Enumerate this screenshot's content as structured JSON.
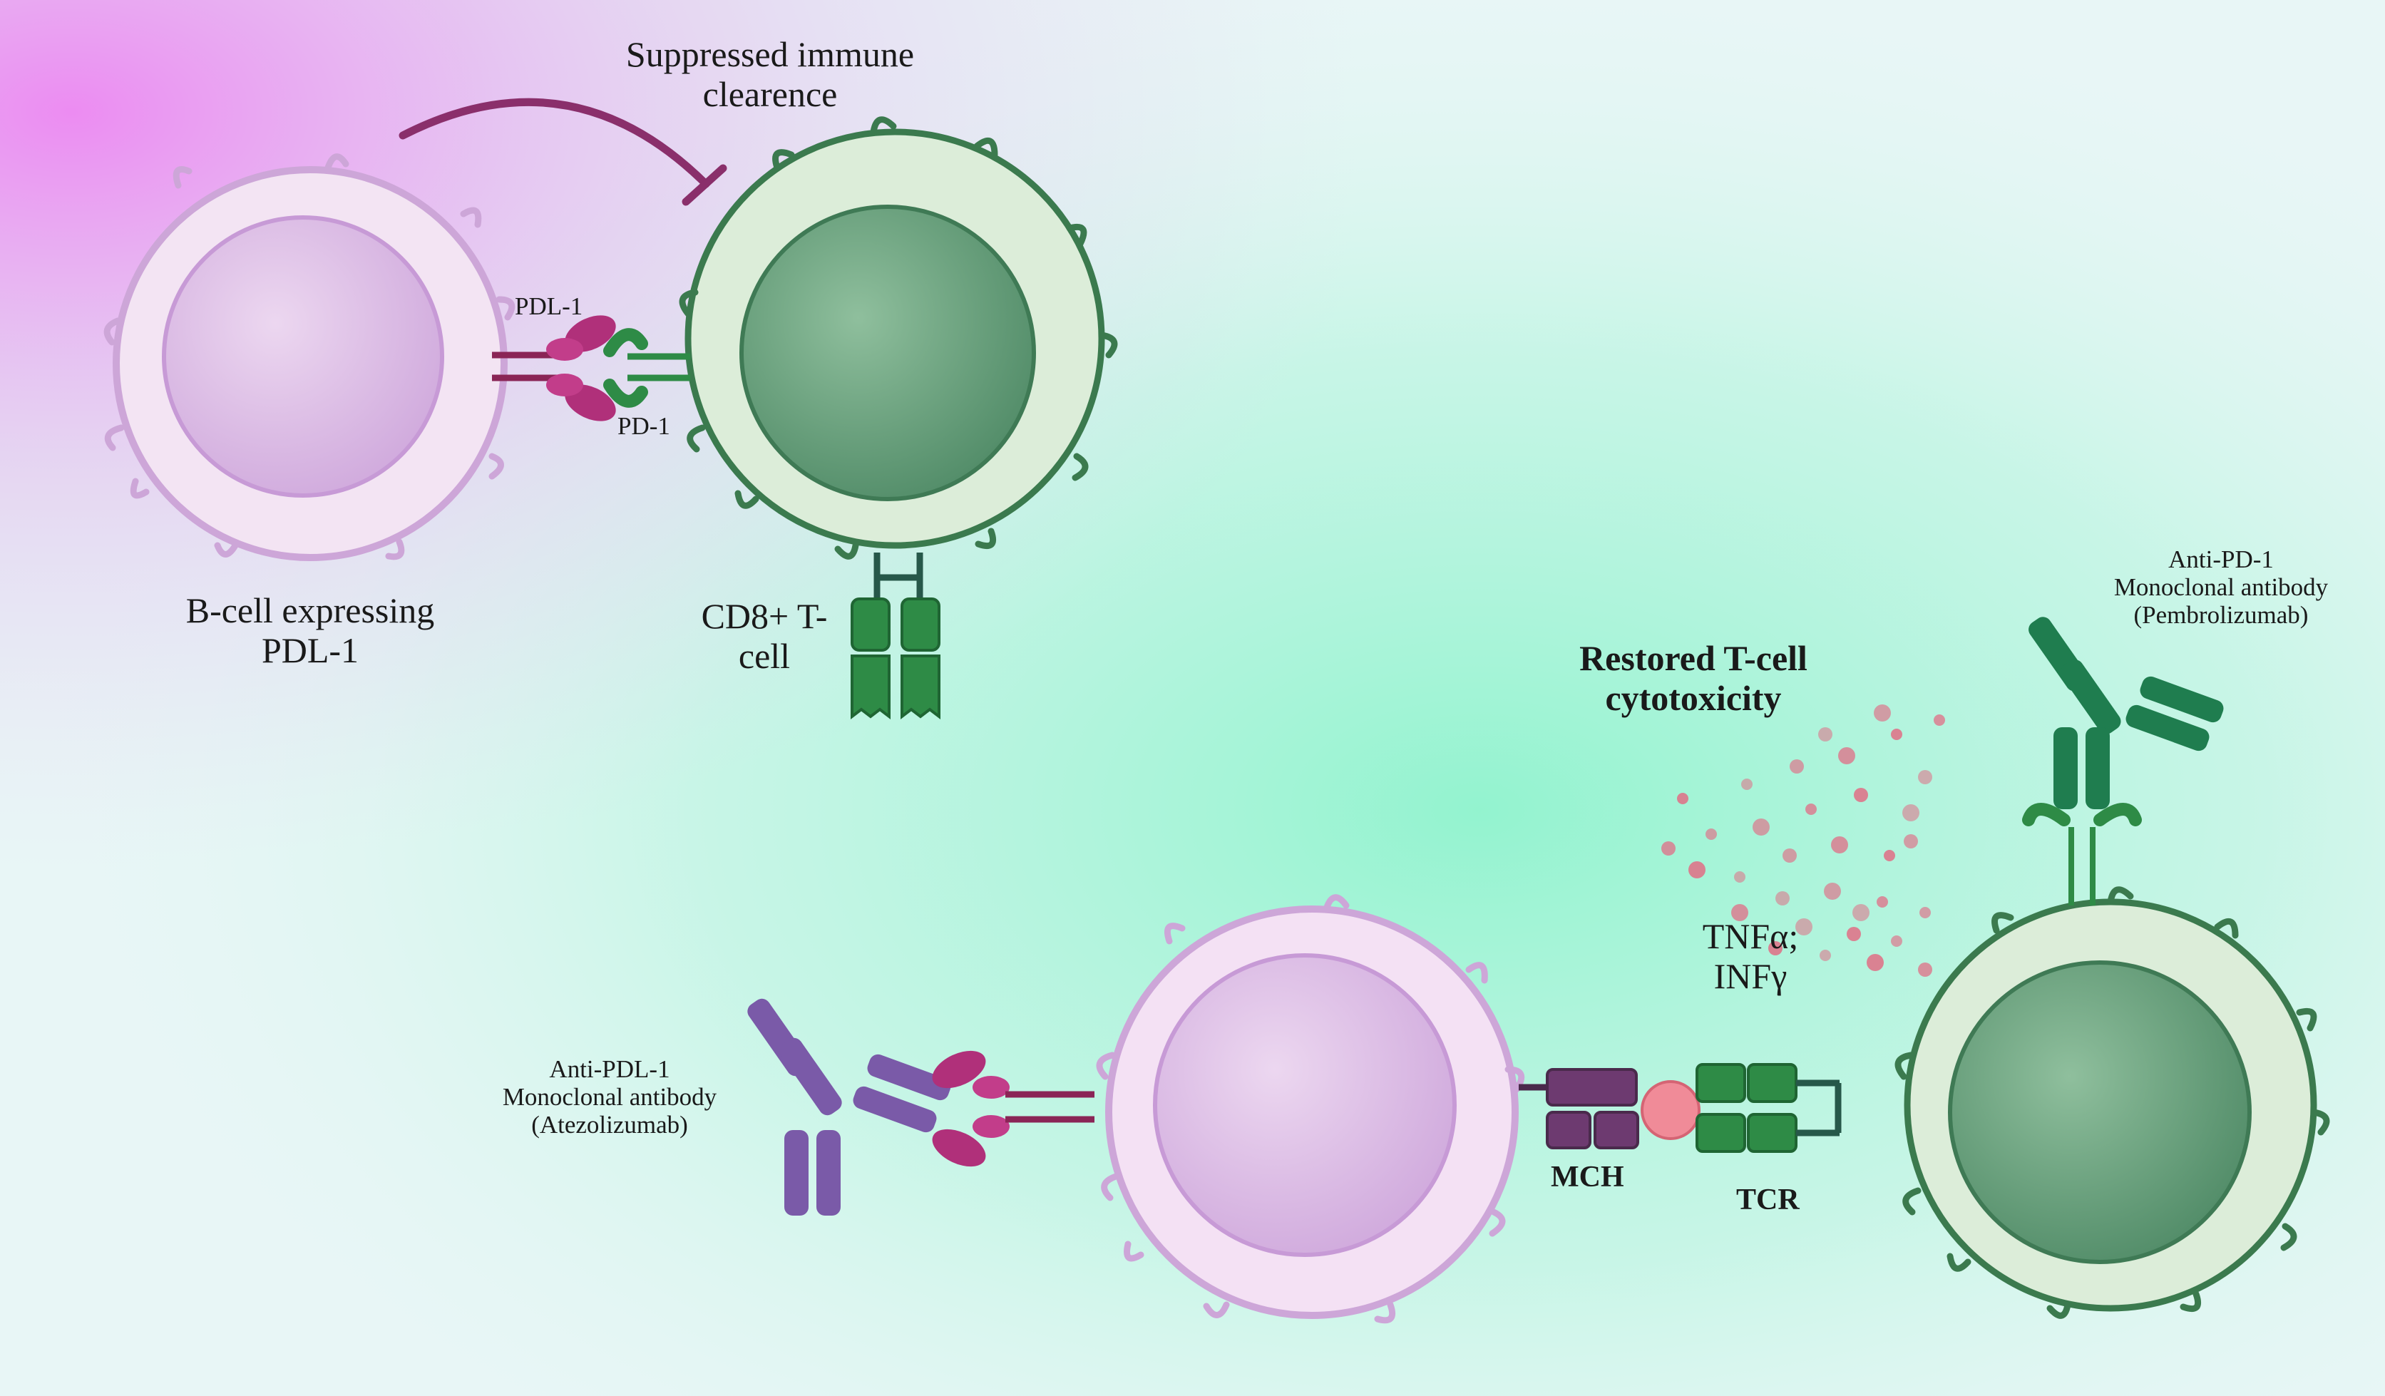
{
  "labels": {
    "suppressed_1": "Suppressed immune",
    "suppressed_2": "clearence",
    "pdl1": "PDL-1",
    "pd1": "PD-1",
    "bcell_1": "B-cell expressing",
    "bcell_2": "PDL-1",
    "cd8_1": "CD8+ T-",
    "cd8_2": "cell",
    "restored_1": "Restored T-cell",
    "restored_2": "cytotoxicity",
    "anti_pd1_1": "Anti-PD-1",
    "anti_pd1_2": "Monoclonal antibody",
    "anti_pd1_3": "(Pembrolizumab)",
    "cytokine_1": "TNFα;",
    "cytokine_2": "INFγ",
    "anti_pdl1_1": "Anti-PDL-1",
    "anti_pdl1_2": "Monoclonal antibody",
    "anti_pdl1_3": "(Atezolizumab)",
    "mch": "MCH",
    "tcr": "TCR"
  },
  "colors": {
    "bcell_fill": "#f2e2f2",
    "bcell_nucleus": "#ddbde6",
    "tcell_fill": "#d9ebd8",
    "tcell_nucleus": "#6f9e80",
    "receptor_green": "#2e8b46",
    "pdl1_magenta": "#b0307a",
    "antibody_purple": "#7a5aa8",
    "antibody_green": "#1f7d4f",
    "mhc_purple": "#6d3a70",
    "cytokine_dots": "#e06d85"
  }
}
